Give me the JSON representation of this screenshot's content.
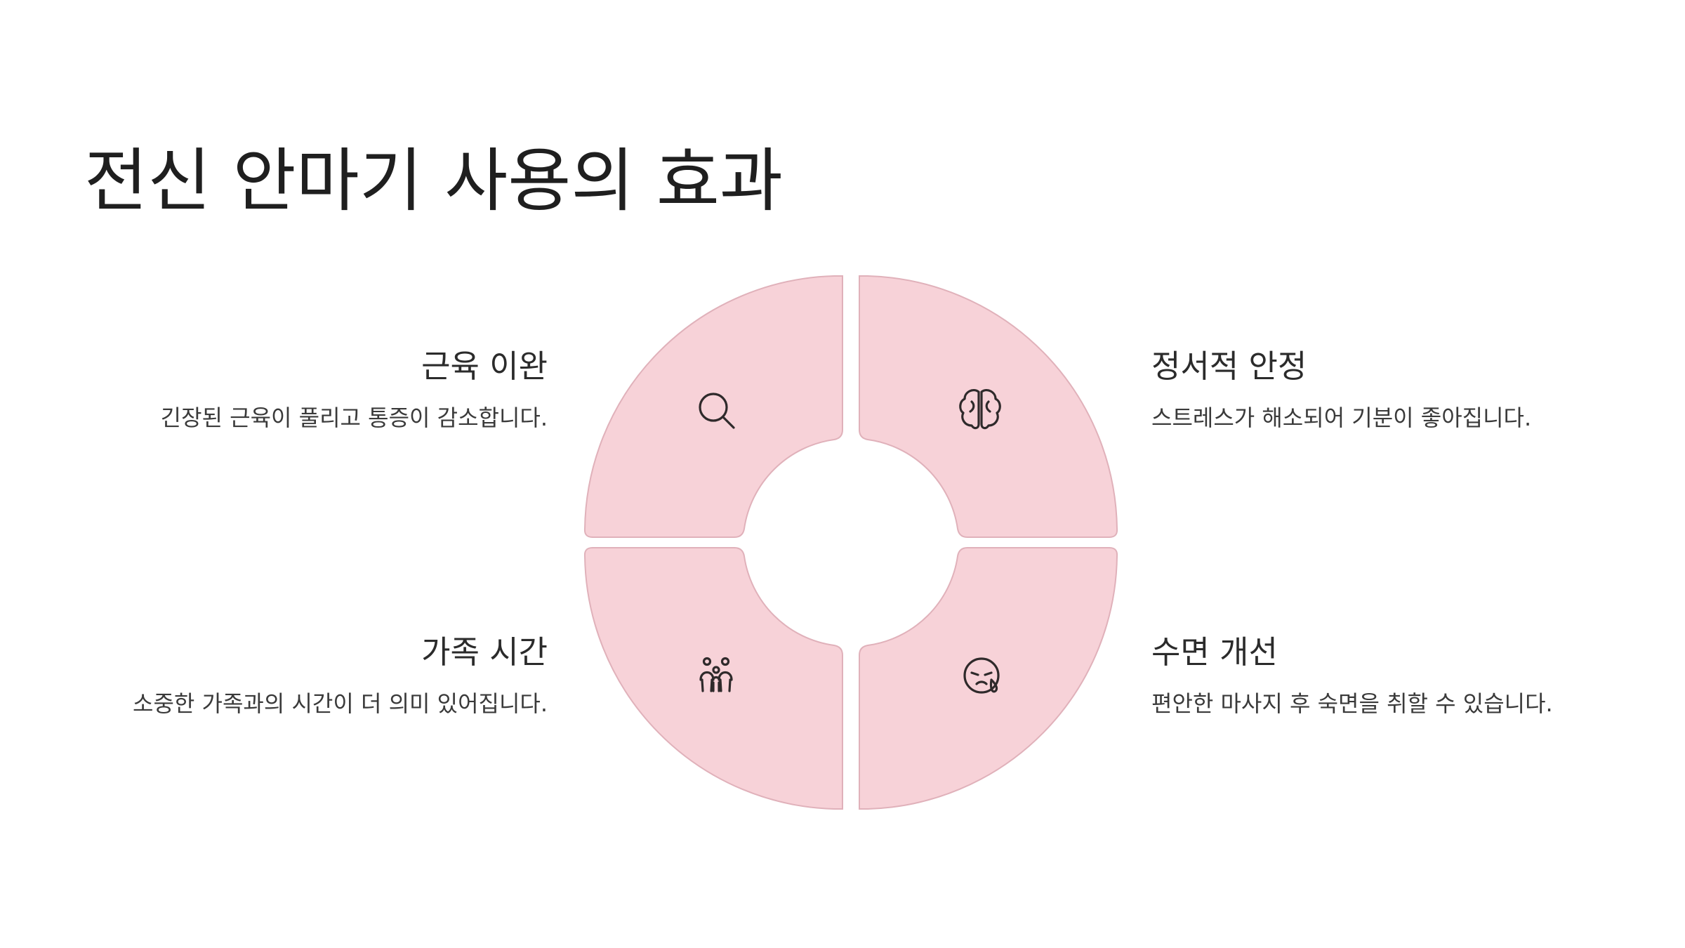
{
  "title": "전신 안마기 사용의 효과",
  "colors": {
    "quadrant_fill": "#f7d2d8",
    "quadrant_stroke": "#e0b1ba",
    "text": "#2b2b2b"
  },
  "items": [
    {
      "position": "top-left",
      "title": "근육 이완",
      "description": "긴장된 근육이 풀리고 통증이 감소합니다.",
      "icon": "search-icon"
    },
    {
      "position": "top-right",
      "title": "정서적 안정",
      "description": "스트레스가 해소되어 기분이 좋아집니다.",
      "icon": "brain-icon"
    },
    {
      "position": "bottom-left",
      "title": "가족 시간",
      "description": "소중한 가족과의 시간이 더 의미 있어집니다.",
      "icon": "family-icon"
    },
    {
      "position": "bottom-right",
      "title": "수면 개선",
      "description": "편안한 마사지 후 숙면을 취할 수 있습니다.",
      "icon": "sleepy-face-icon"
    }
  ]
}
